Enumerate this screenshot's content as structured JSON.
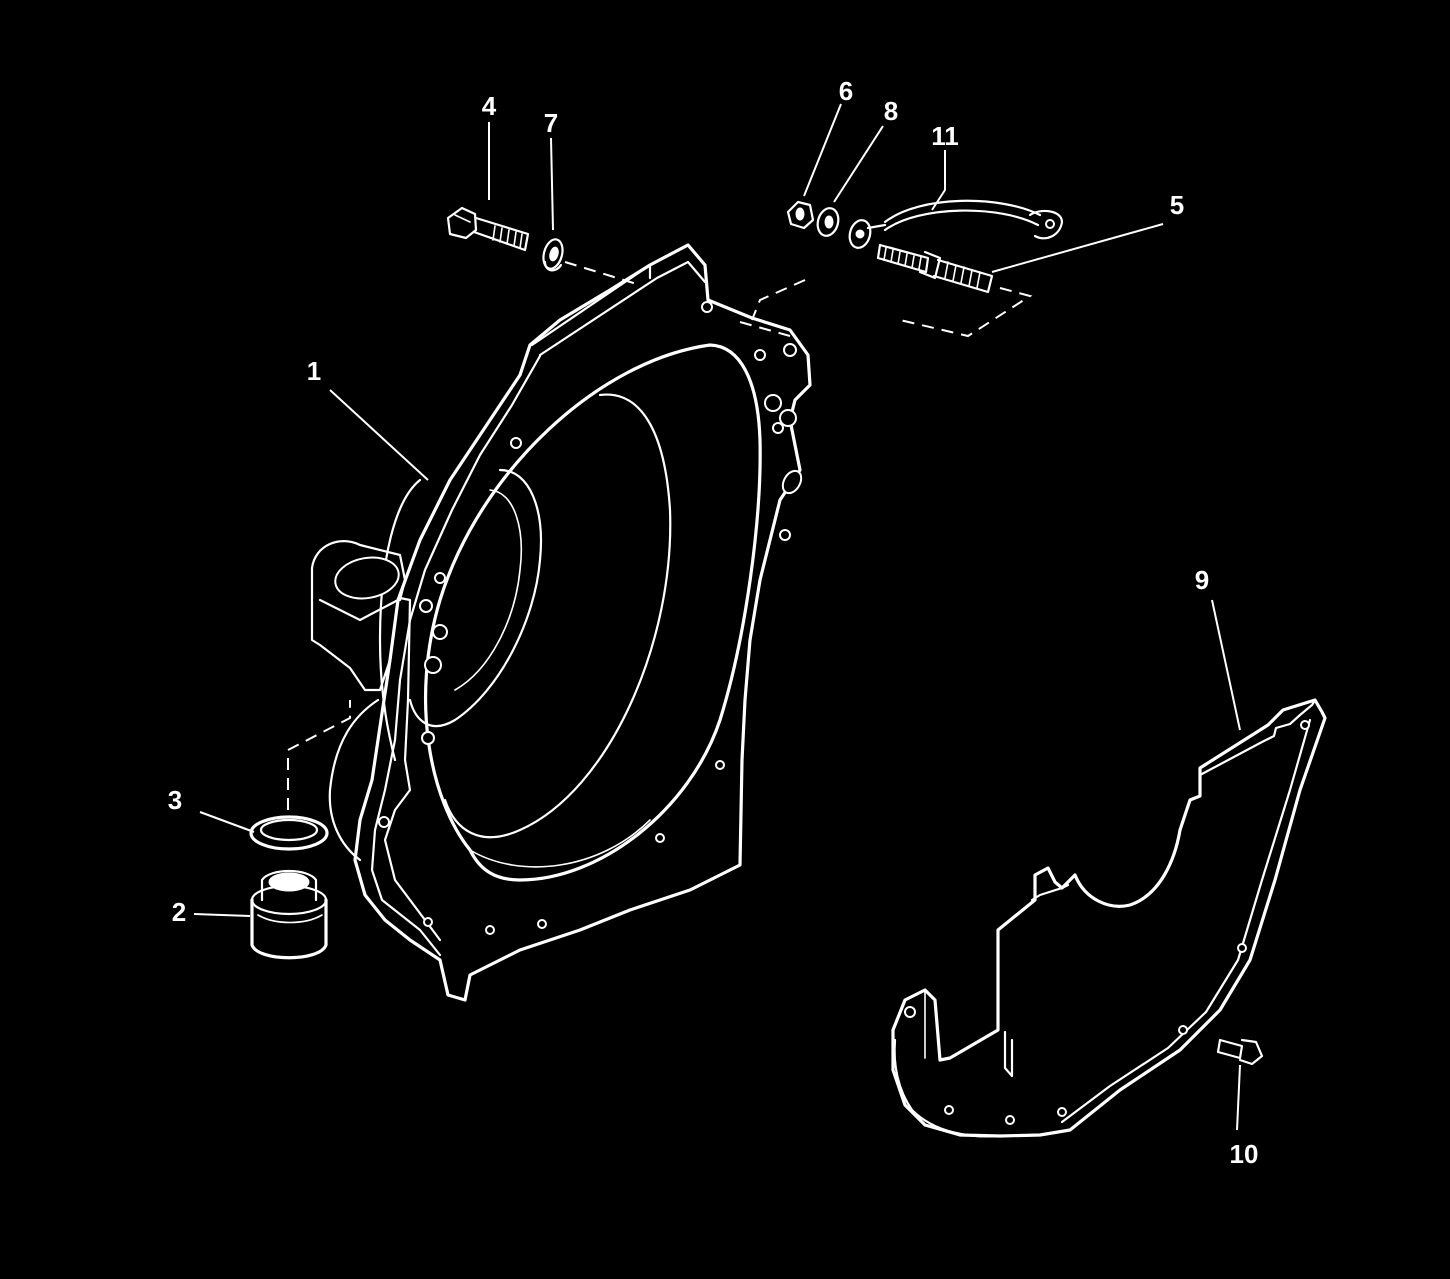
{
  "callouts": [
    {
      "id": "1",
      "label": "1"
    },
    {
      "id": "2",
      "label": "2"
    },
    {
      "id": "3",
      "label": "3"
    },
    {
      "id": "4",
      "label": "4"
    },
    {
      "id": "5",
      "label": "5"
    },
    {
      "id": "6",
      "label": "6"
    },
    {
      "id": "7",
      "label": "7"
    },
    {
      "id": "8",
      "label": "8"
    },
    {
      "id": "9",
      "label": "9"
    },
    {
      "id": "10",
      "label": "10"
    },
    {
      "id": "11",
      "label": "11"
    }
  ],
  "colors": {
    "background": "#000000",
    "line": "#ffffff"
  }
}
